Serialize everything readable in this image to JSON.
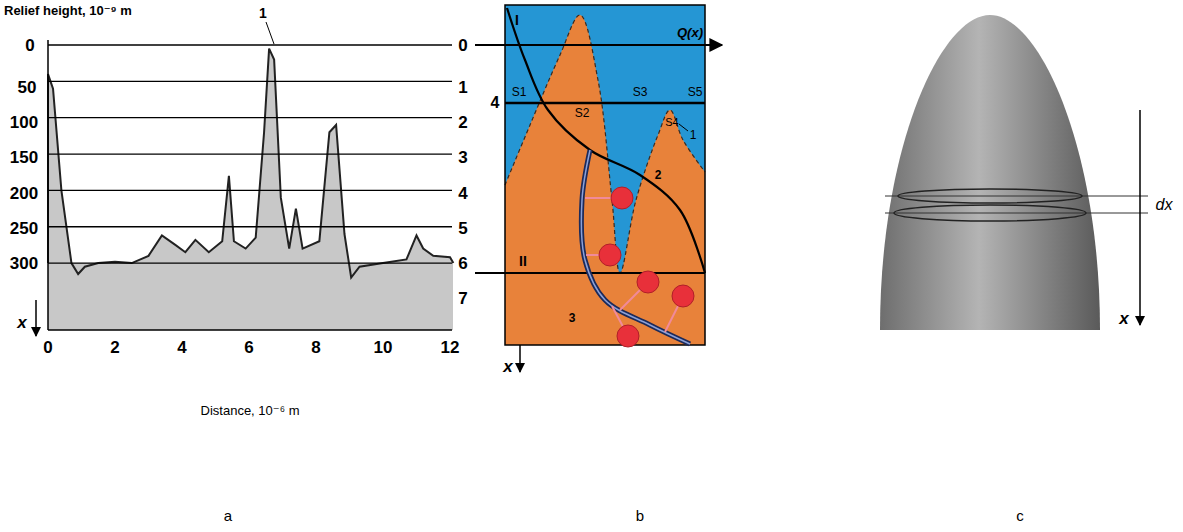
{
  "diagram": {
    "labels": [
      "Relief height, 10⁻⁹ m",
      "0",
      "50",
      "100",
      "150",
      "200",
      "250",
      "300",
      "0",
      "1",
      "2",
      "3",
      "4",
      "5",
      "6",
      "7",
      "0",
      "2",
      "4",
      "6",
      "8",
      "10",
      "12",
      "x",
      "1",
      "Distance, 10⁻⁶ m",
      "I",
      "4",
      "Q(x)",
      "S1",
      "S2",
      "S3",
      "S4",
      "S5",
      "1",
      "2",
      "3",
      "II",
      "x",
      "dx",
      "x",
      "a",
      "b",
      "c"
    ]
  }
}
